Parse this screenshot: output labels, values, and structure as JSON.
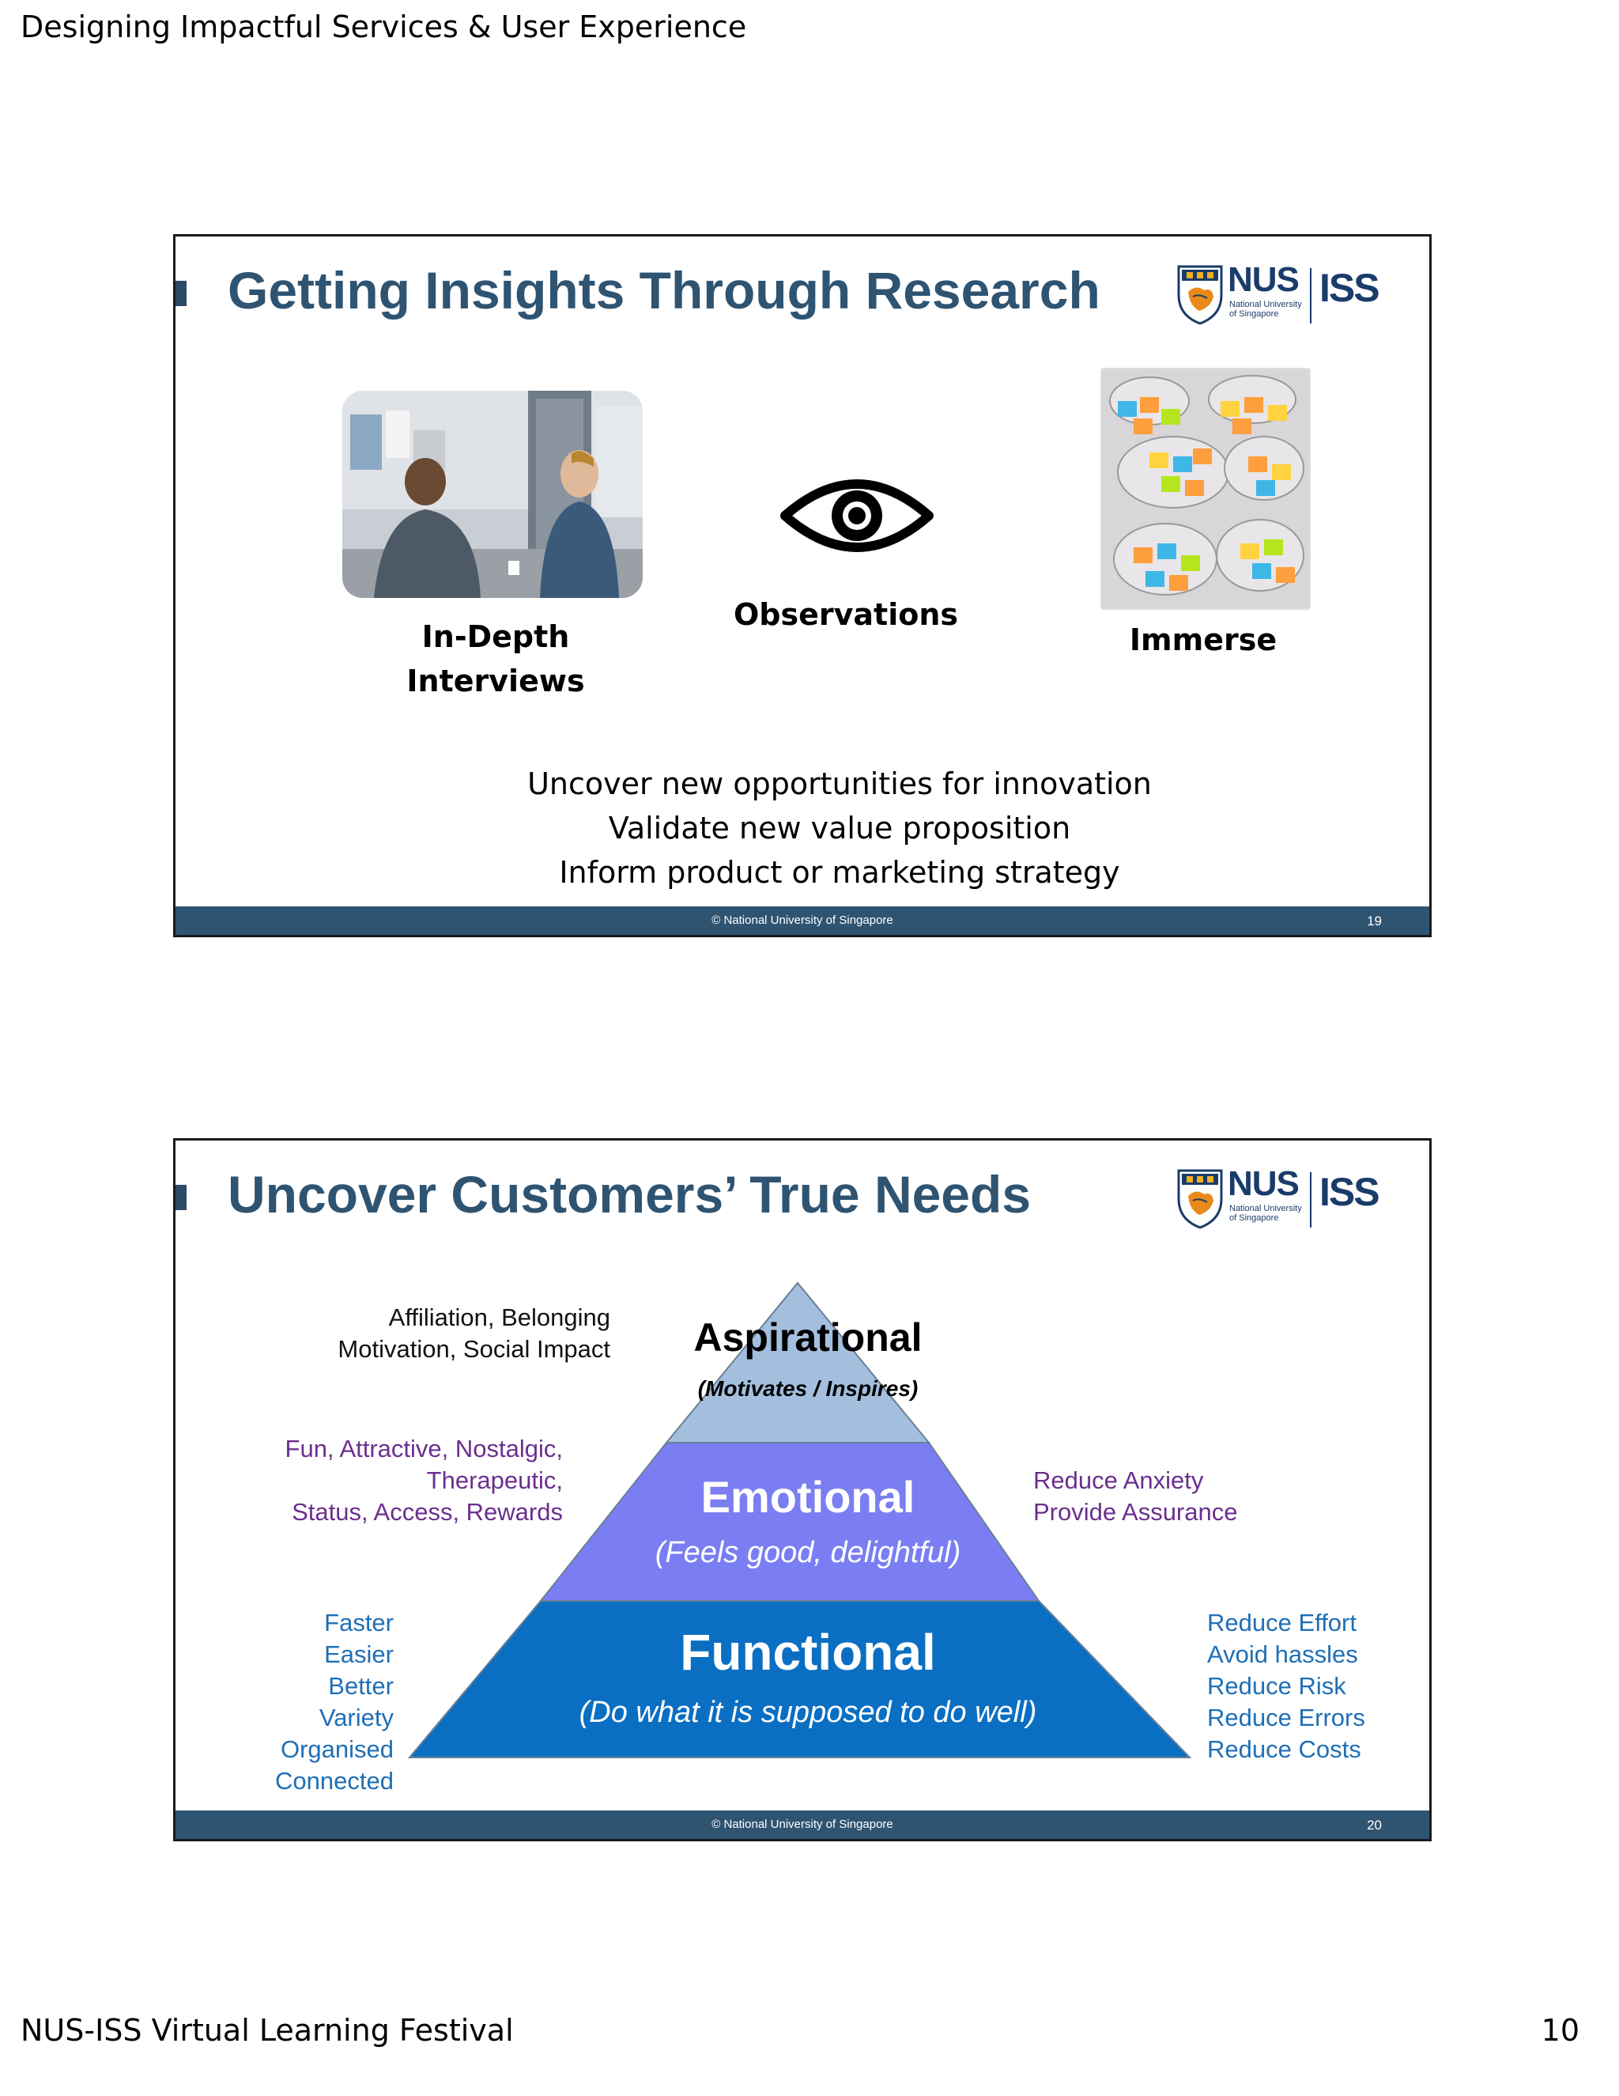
{
  "page": {
    "header": "Designing Impactful Services & User Experience",
    "footer_left": "NUS-ISS Virtual Learning Festival",
    "footer_right": "10"
  },
  "logo": {
    "nus": "NUS",
    "nus_subtitle": "National University of Singapore",
    "iss": "ISS"
  },
  "slide1": {
    "title": "Getting Insights Through Research",
    "methods": [
      {
        "label_line1": "In-Depth",
        "label_line2": "Interviews",
        "icon": "interview-photo"
      },
      {
        "label": "Observations",
        "icon": "eye-icon"
      },
      {
        "label": "Immerse",
        "icon": "sticky-notes-photo"
      }
    ],
    "bullets": [
      "Uncover new opportunities for innovation",
      "Validate new value proposition",
      "Inform product or marketing strategy"
    ],
    "copyright": "© National University of Singapore",
    "slide_number": "19"
  },
  "slide2": {
    "title": "Uncover Customers’ True Needs",
    "pyramid": {
      "aspirational": {
        "title": "Aspirational",
        "subtitle": "(Motivates / Inspires)",
        "color": "#a3bfdd"
      },
      "emotional": {
        "title": "Emotional",
        "subtitle": "(Feels good, delightful)",
        "color": "#7a7ef2"
      },
      "functional": {
        "title": "Functional",
        "subtitle": "(Do what it is supposed to do well)",
        "color": "#0a6fc2"
      }
    },
    "aspirational_left": [
      "Affiliation, Belonging",
      "Motivation, Social Impact"
    ],
    "emotional_left": [
      "Fun, Attractive, Nostalgic,",
      "Therapeutic,",
      "Status, Access, Rewards"
    ],
    "emotional_right": [
      "Reduce Anxiety",
      "Provide Assurance"
    ],
    "functional_left": [
      "Faster",
      "Easier",
      "Better",
      "Variety",
      "Organised",
      "Connected"
    ],
    "functional_right": [
      "Reduce Effort",
      "Avoid hassles",
      "Reduce Risk",
      "Reduce Errors",
      "Reduce Costs"
    ],
    "copyright": "© National University of Singapore",
    "slide_number": "20"
  }
}
